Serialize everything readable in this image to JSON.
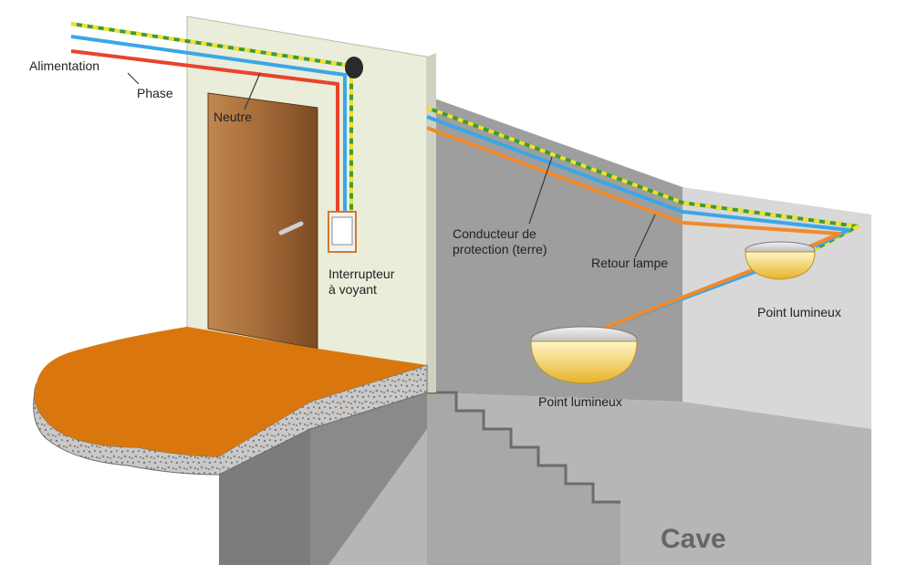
{
  "labels": {
    "alimentation": "Alimentation",
    "phase": "Phase",
    "neutre": "Neutre",
    "interrupteur": "Interrupteur\nà voyant",
    "conducteur": "Conducteur de\nprotection (terre)",
    "retour": "Retour lampe",
    "point_lumineux_1": "Point lumineux",
    "point_lumineux_2": "Point lumineux",
    "cave": "Cave"
  },
  "colors": {
    "phase_wire": "#e8442c",
    "neutral_wire": "#3aa7e6",
    "earth_wire_green": "#3f9a3a",
    "earth_wire_yellow": "#f1e12a",
    "return_wire": "#f08a2c",
    "wall": "#e9edda",
    "door": "#a56a3a",
    "floor_top": "#d9770e",
    "cellar_wall": "#9b9b9b",
    "cellar_floor": "#b8b8b8",
    "lamp_glow": "#f3d34c"
  },
  "icons": {
    "switch": "light-switch-icon",
    "lamp": "ceiling-lamp-icon",
    "door_handle": "door-handle-icon"
  }
}
